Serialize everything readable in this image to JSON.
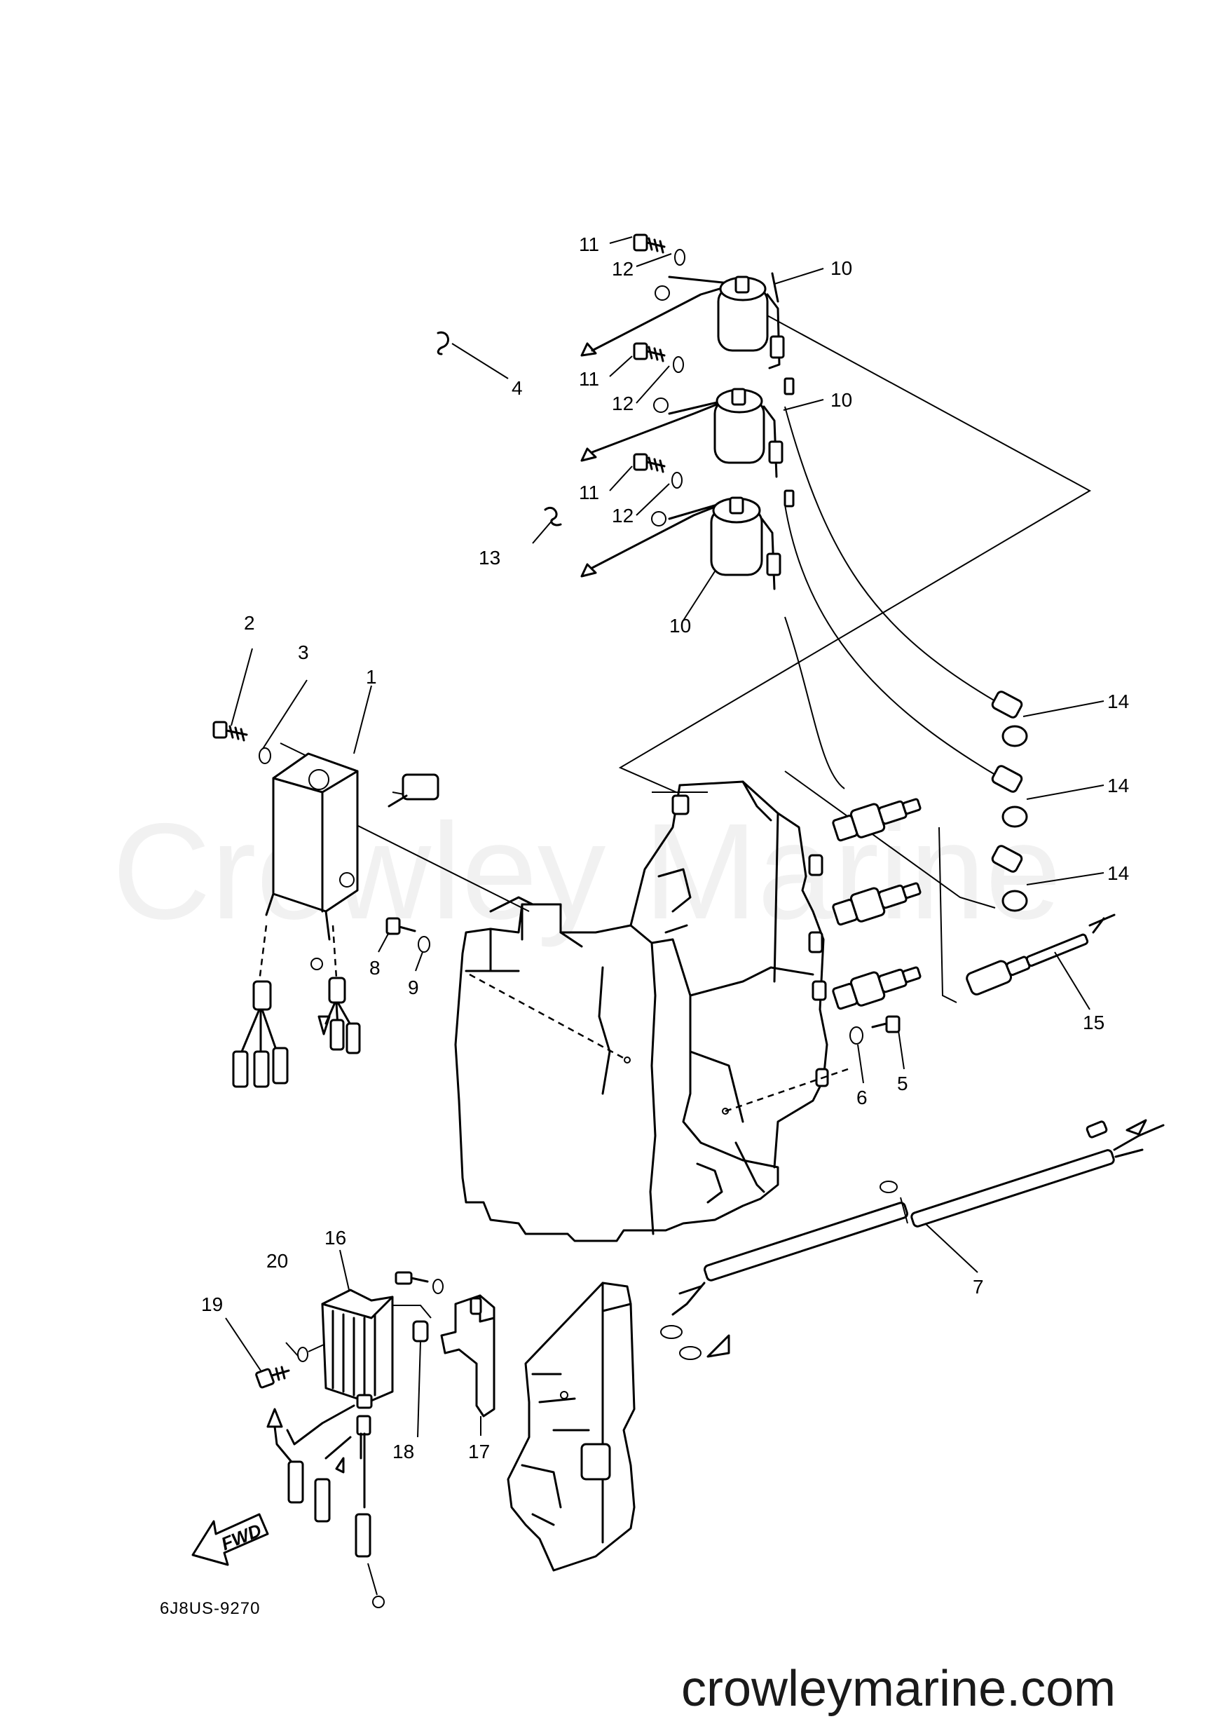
{
  "watermark": "Crowley Marine",
  "website": "crowleymarine.com",
  "drawing_code": "6J8US-9270",
  "fwd_label": "FWD",
  "callouts": [
    {
      "id": "c1",
      "text": "1"
    },
    {
      "id": "c2",
      "text": "2"
    },
    {
      "id": "c3",
      "text": "3"
    },
    {
      "id": "c4",
      "text": "4"
    },
    {
      "id": "c5",
      "text": "5"
    },
    {
      "id": "c6",
      "text": "6"
    },
    {
      "id": "c7",
      "text": "7"
    },
    {
      "id": "c8",
      "text": "8"
    },
    {
      "id": "c9",
      "text": "9"
    },
    {
      "id": "c10a",
      "text": "10"
    },
    {
      "id": "c10b",
      "text": "10"
    },
    {
      "id": "c10c",
      "text": "10"
    },
    {
      "id": "c11a",
      "text": "11"
    },
    {
      "id": "c11b",
      "text": "11"
    },
    {
      "id": "c11c",
      "text": "11"
    },
    {
      "id": "c12a",
      "text": "12"
    },
    {
      "id": "c12b",
      "text": "12"
    },
    {
      "id": "c12c",
      "text": "12"
    },
    {
      "id": "c13",
      "text": "13"
    },
    {
      "id": "c14a",
      "text": "14"
    },
    {
      "id": "c14b",
      "text": "14"
    },
    {
      "id": "c14c",
      "text": "14"
    },
    {
      "id": "c15",
      "text": "15"
    },
    {
      "id": "c16",
      "text": "16"
    },
    {
      "id": "c17",
      "text": "17"
    },
    {
      "id": "c18",
      "text": "18"
    },
    {
      "id": "c19",
      "text": "19"
    },
    {
      "id": "c20",
      "text": "20"
    }
  ]
}
